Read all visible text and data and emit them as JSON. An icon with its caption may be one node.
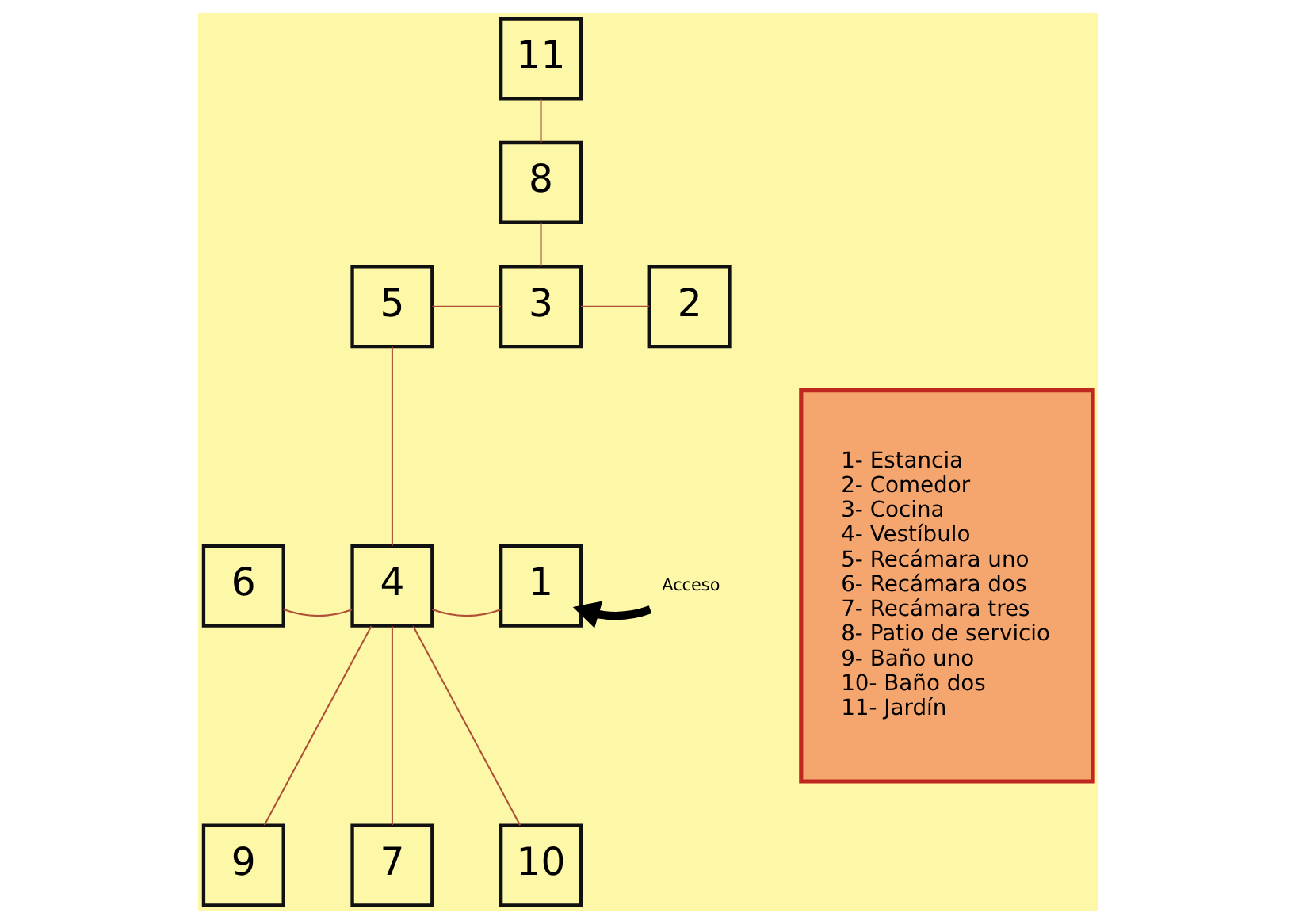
{
  "diagram": {
    "nodes": [
      {
        "text": [
          "11"
        ]
      },
      {
        "text": [
          "8"
        ]
      },
      {
        "text": [
          "5"
        ]
      },
      {
        "text": [
          "3"
        ]
      },
      {
        "text": [
          "2"
        ]
      },
      {
        "text": [
          "6"
        ]
      },
      {
        "text": [
          "4"
        ]
      },
      {
        "text": [
          "1"
        ]
      },
      {
        "text": [
          "9"
        ]
      },
      {
        "text": [
          "7"
        ]
      },
      {
        "text": [
          "10"
        ]
      },
      {
        "text": [
          "Acceso"
        ]
      },
      {
        "text": [
          "1- Estancia",
          "2- Comedor",
          "3- Cocina",
          "4- Vestíbulo",
          "5- Recámara uno",
          "6- Recámara dos",
          "7- Recámara tres",
          "8- Patio de servicio",
          "9- Baño uno",
          "10- Baño dos",
          "11- Jardín"
        ]
      }
    ],
    "edges": [
      {
        "from": 0,
        "to": 1,
        "arrow": "none"
      },
      {
        "from": 1,
        "to": 3,
        "arrow": "none"
      },
      {
        "from": 2,
        "to": 3,
        "arrow": "none"
      },
      {
        "from": 3,
        "to": 4,
        "arrow": "none"
      },
      {
        "from": 2,
        "to": 6,
        "arrow": "none"
      },
      {
        "from": 5,
        "to": 6,
        "arrow": "none"
      },
      {
        "from": 6,
        "to": 7,
        "arrow": "none"
      },
      {
        "from": 6,
        "to": 8,
        "arrow": "none"
      },
      {
        "from": 6,
        "to": 9,
        "arrow": "none"
      },
      {
        "from": 6,
        "to": 10,
        "arrow": "none"
      },
      {
        "from": 11,
        "to": 7,
        "arrow": "to",
        "style": "thick",
        "color": "#000000"
      }
    ]
  }
}
